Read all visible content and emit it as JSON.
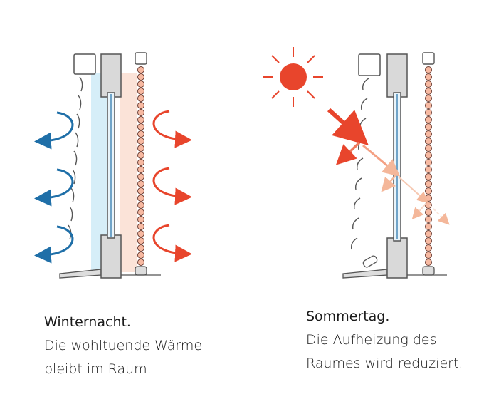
{
  "winter": {
    "title": "Winternacht.",
    "line1": "Die wohltuende Wärme",
    "line2": "bleibt im Raum.",
    "icon": "moon-icon"
  },
  "summer": {
    "title": "Sommertag.",
    "line1": "Die Aufheizung des",
    "line2": "Raumes wird reduziert.",
    "icon": "sun-icon"
  },
  "colors": {
    "cold": "#1f6fa8",
    "heat": "#e8452c",
    "heat_light": "#f6c9b3",
    "cold_fill": "#d6eef8",
    "warm_fill": "#fbe3d8",
    "line": "#555555",
    "frame": "#d9d9d9"
  }
}
